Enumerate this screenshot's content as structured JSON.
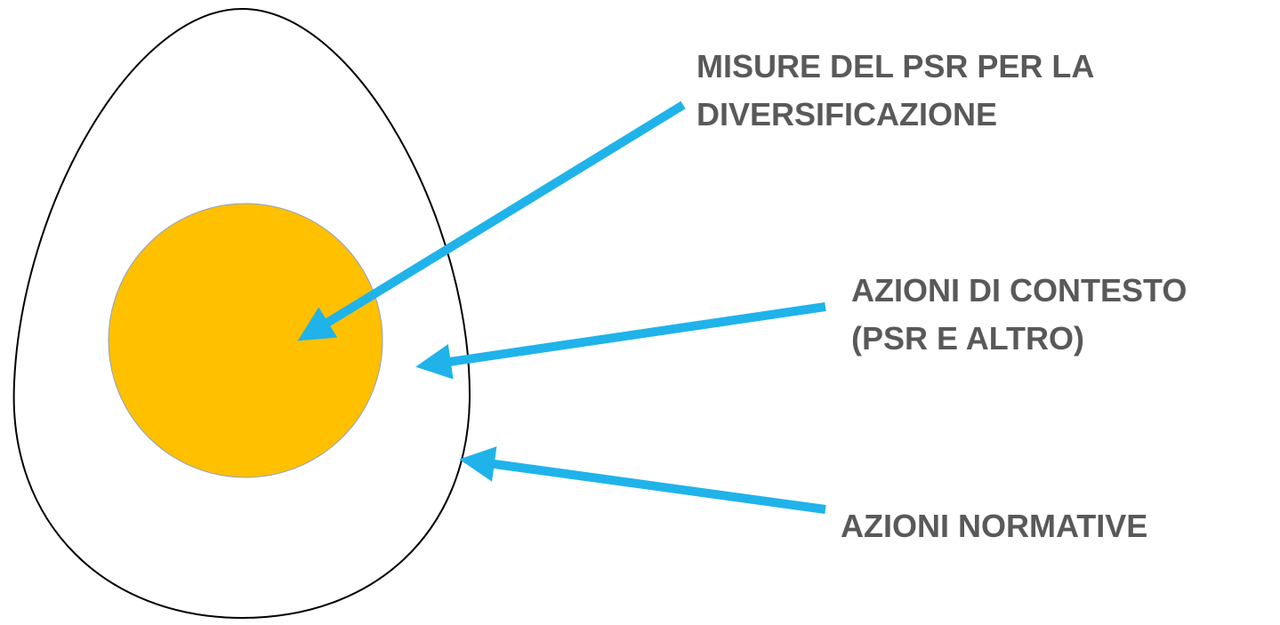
{
  "colors": {
    "background": "#ffffff",
    "egg_outline": "#000000",
    "yolk_fill": "#FFC000",
    "yolk_outline": "#8FA0C8",
    "arrow": "#1FB3EA",
    "label_text": "#595959"
  },
  "labels": {
    "measures": {
      "line1": "MISURE DEL PSR PER LA",
      "line2": "DIVERSIFICAZIONE"
    },
    "context": {
      "line1": "AZIONI DI CONTESTO",
      "line2": "(PSR E ALTRO)"
    },
    "regulatory": {
      "line1": "AZIONI NORMATIVE"
    }
  }
}
